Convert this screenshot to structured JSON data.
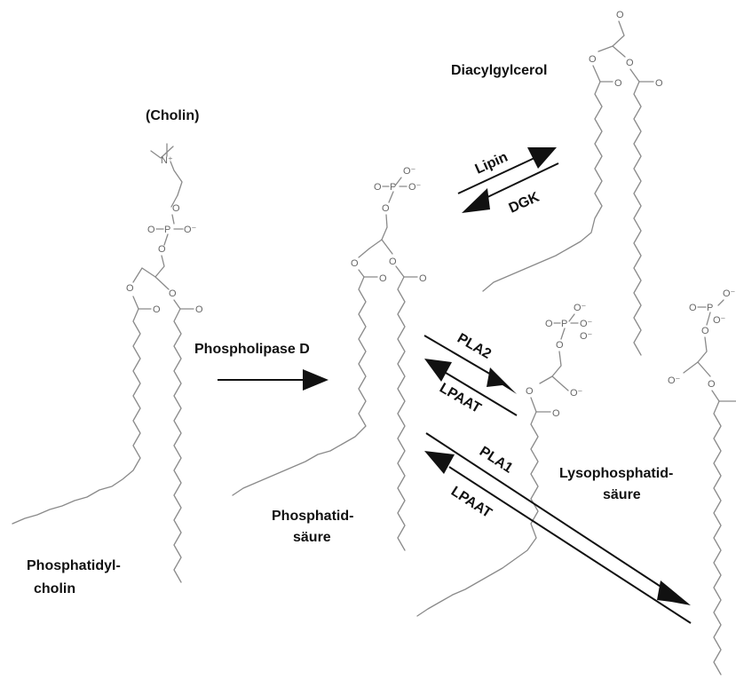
{
  "colors": {
    "text": "#111111",
    "structure": "#8a8a8a",
    "arrow": "#111111"
  },
  "atoms": {
    "oxygen": "O",
    "oxide": "O⁻",
    "phosphorus": "P",
    "nitrogen": "N⁺"
  },
  "labels": {
    "cholin": "(Cholin)",
    "phosphatidylcholin_line1": "Phosphatidyl-",
    "phosphatidylcholin_line2": "cholin",
    "phospholipase_d": "Phospholipase D",
    "phosphatidsaeure_line1": "Phosphatid-",
    "phosphatidsaeure_line2": "säure",
    "diacylglycerol": "Diacylgylcerol",
    "lipin": "Lipin",
    "dgk": "DGK",
    "pla2": "PLA2",
    "lpaat_upper": "LPAAT",
    "pla1": "PLA1",
    "lpaat_lower": "LPAAT",
    "lysophosphatidsaeure_line1": "Lysophosphatid-",
    "lysophosphatidsaeure_line2": "säure"
  }
}
